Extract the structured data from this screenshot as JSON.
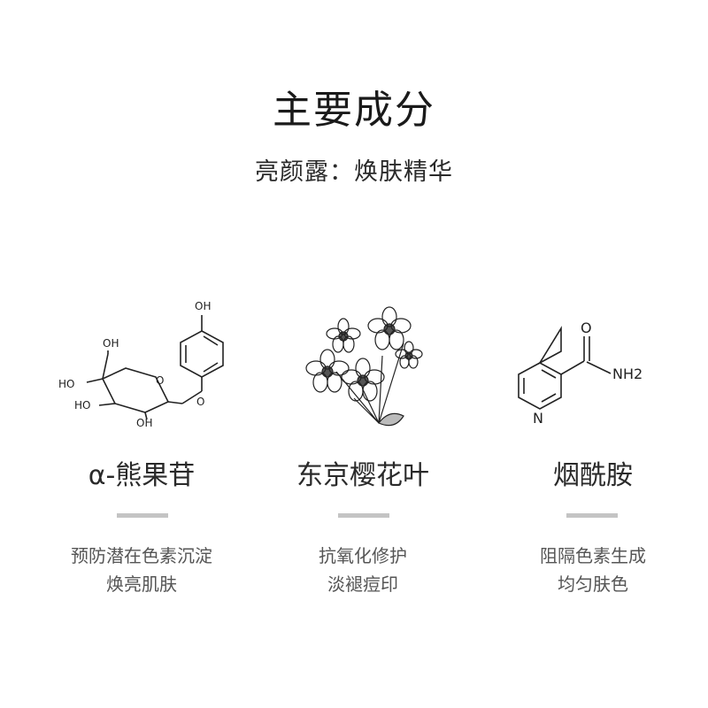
{
  "header": {
    "title": "主要成分",
    "subtitle": "亮颜露：焕肤精华"
  },
  "ingredients": [
    {
      "name": "α-熊果苷",
      "desc": [
        "预防潜在色素沉淀",
        "焕亮肌肤"
      ],
      "icon": "arbutin-molecule-icon",
      "labels": [
        "OH",
        "OH",
        "HO",
        "HO",
        "OH",
        "O",
        "O"
      ]
    },
    {
      "name": "东京樱花叶",
      "desc": [
        "抗氧化修护",
        "淡褪痘印"
      ],
      "icon": "cherry-blossom-icon"
    },
    {
      "name": "烟酰胺",
      "desc": [
        "阻隔色素生成",
        "均匀肤色"
      ],
      "icon": "niacinamide-molecule-icon",
      "labels": [
        "O",
        "NH2",
        "N"
      ]
    }
  ]
}
